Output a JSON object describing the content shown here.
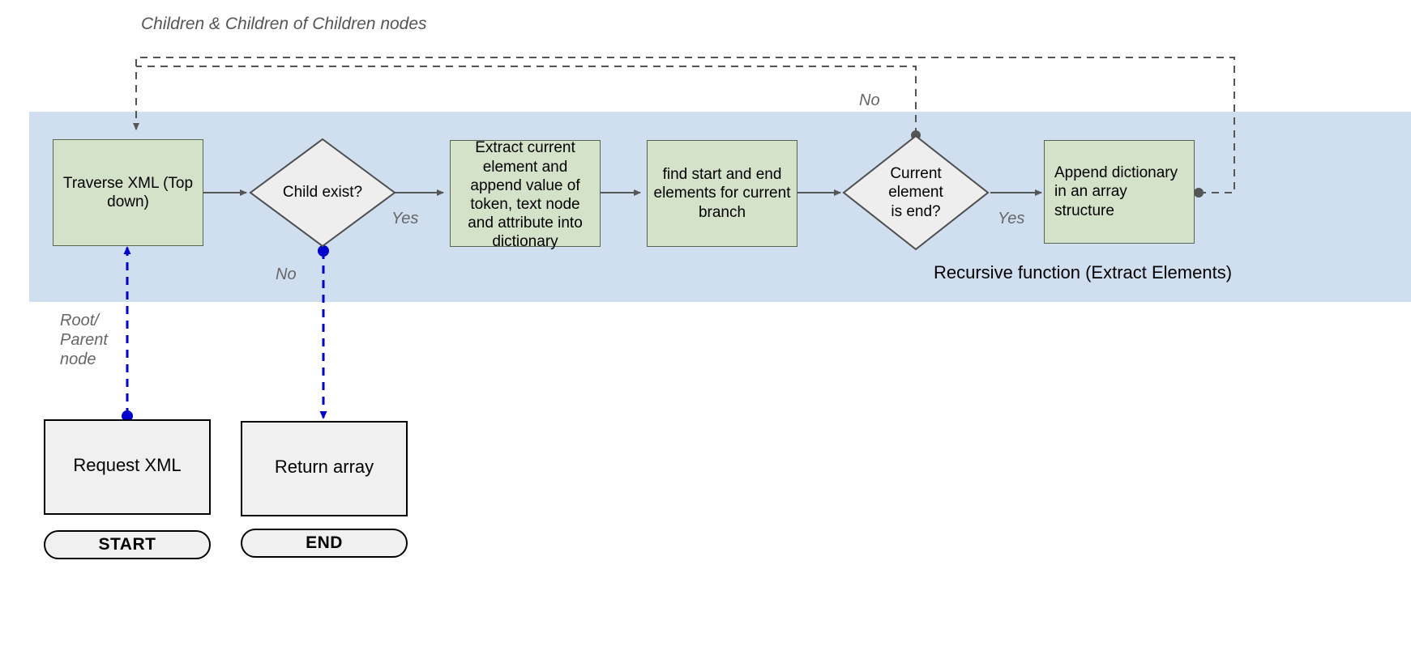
{
  "diagram": {
    "title_note": "Children & Children of Children nodes",
    "band_label": "Recursive function (Extract Elements)",
    "colors": {
      "band_fill": "#cfdff0",
      "process_fill": "#d5e2ca",
      "process_stroke": "#5a6450",
      "decision_fill": "#eeeeee",
      "decision_stroke": "#4d4d4d",
      "terminal_fill": "#f0f0f0",
      "terminal_stroke": "#000000",
      "solid_edge": "#555555",
      "dashed_edge": "#555555",
      "blue_edge": "#0000cc",
      "label_text": "#666666"
    },
    "nodes": [
      {
        "id": "traverse",
        "type": "process",
        "label": "Traverse XML (Top down)"
      },
      {
        "id": "child",
        "type": "decision",
        "label": "Child exist?"
      },
      {
        "id": "extract",
        "type": "process",
        "label": "Extract current element and append value of token, text node and attribute into dictionary"
      },
      {
        "id": "findse",
        "type": "process",
        "label": "find start and end elements for current branch"
      },
      {
        "id": "isend",
        "type": "decision",
        "label": "Current element is end?"
      },
      {
        "id": "append",
        "type": "process",
        "label": "Append  dictionary in an array structure"
      },
      {
        "id": "request",
        "type": "terminal",
        "label": "Request XML"
      },
      {
        "id": "return",
        "type": "terminal",
        "label": "Return array"
      },
      {
        "id": "start",
        "type": "pill",
        "label": "START"
      },
      {
        "id": "end",
        "type": "pill",
        "label": "END"
      }
    ],
    "edge_labels": {
      "child_yes": "Yes",
      "child_no": "No",
      "isend_yes": "Yes",
      "isend_no": "No",
      "root_parent": "Root/ Parent node"
    }
  }
}
